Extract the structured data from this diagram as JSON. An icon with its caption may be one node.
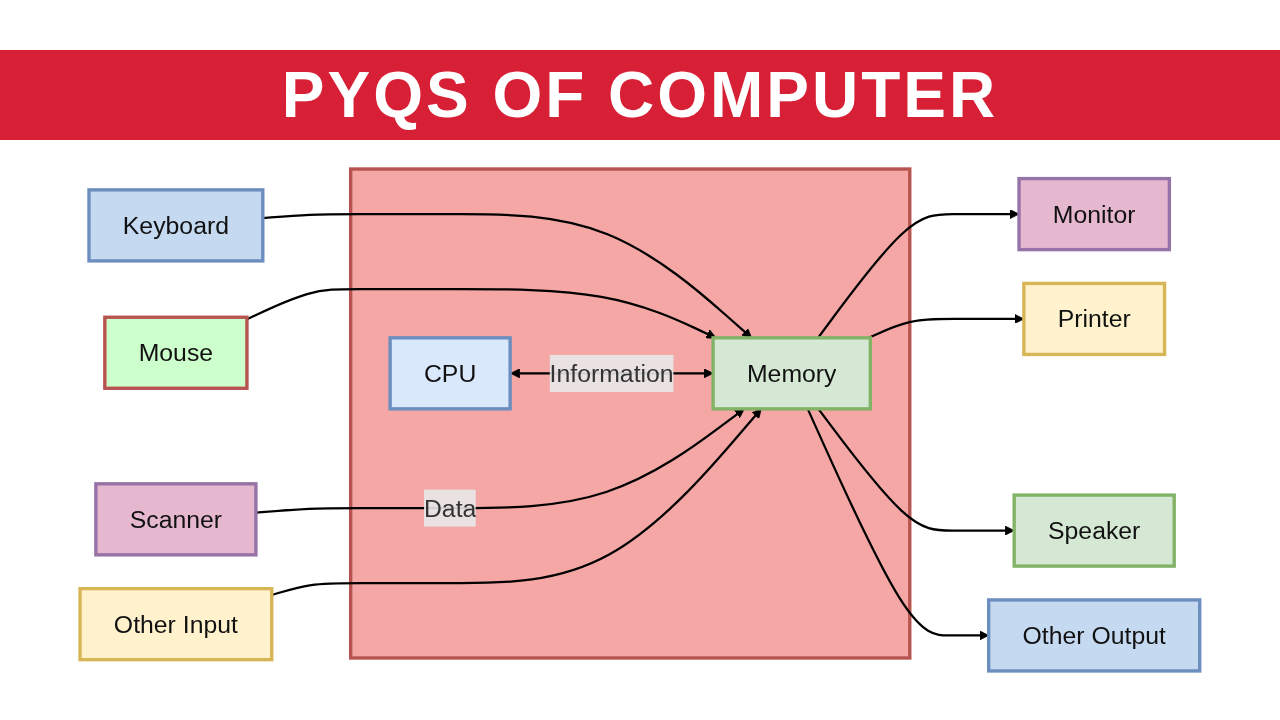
{
  "diagram": {
    "title": "PYQS OF COMPUTER",
    "nodes": [
      {
        "text": [
          "Keyboard"
        ]
      },
      {
        "text": [
          "Mouse"
        ]
      },
      {
        "text": [
          "Scanner"
        ]
      },
      {
        "text": [
          "Other Input"
        ]
      },
      {
        "text": [],
        "shape": "box"
      },
      {
        "text": [
          "CPU"
        ],
        "in": 4
      },
      {
        "text": [
          "Memory"
        ],
        "in": 4
      },
      {
        "text": [
          "Monitor"
        ]
      },
      {
        "text": [
          "Printer"
        ]
      },
      {
        "text": [
          "Speaker"
        ]
      },
      {
        "text": [
          "Other Output"
        ]
      }
    ],
    "edges": [
      {
        "from": 0,
        "to": 6,
        "arrow": "to"
      },
      {
        "from": 1,
        "to": 6,
        "arrow": "to"
      },
      {
        "from": 2,
        "to": 6,
        "arrow": "to",
        "label": "Data"
      },
      {
        "from": 3,
        "to": 6,
        "arrow": "to"
      },
      {
        "from": 5,
        "to": 6,
        "arrow": "both",
        "label": "Information"
      },
      {
        "from": 6,
        "to": 7,
        "arrow": "to"
      },
      {
        "from": 6,
        "to": 8,
        "arrow": "to"
      },
      {
        "from": 6,
        "to": 9,
        "arrow": "to"
      },
      {
        "from": 6,
        "to": 10,
        "arrow": "to"
      }
    ]
  }
}
